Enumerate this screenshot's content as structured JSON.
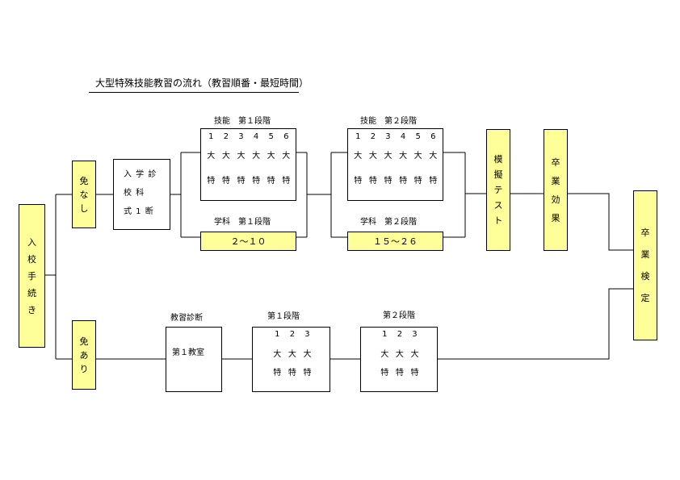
{
  "title": "大型特殊技能教習の流れ（教習順番・最短時間）",
  "colors": {
    "yellow": "#ffff99",
    "line": "#000000"
  },
  "start": {
    "chars": [
      "入",
      "校",
      "手",
      "続",
      "き"
    ]
  },
  "route_exempt_none": {
    "badge": [
      "免",
      "な",
      "し"
    ],
    "diagnosis": {
      "rows": [
        "入 学 診",
        "校 科",
        "式 1 断"
      ]
    },
    "skill1": {
      "label": "技能　第１段階",
      "numbers": [
        "1",
        "2",
        "3",
        "4",
        "5",
        "6"
      ],
      "row2": [
        "大",
        "大",
        "大",
        "大",
        "大",
        "大"
      ],
      "row3": [
        "特",
        "特",
        "特",
        "特",
        "特",
        "特"
      ]
    },
    "theory1": {
      "label": "学科　第１段階",
      "range": "２～１０"
    },
    "skill2": {
      "label": "技能　第２段階",
      "numbers": [
        "1",
        "2",
        "3",
        "4",
        "5",
        "6"
      ],
      "row2": [
        "大",
        "大",
        "大",
        "大",
        "大",
        "大"
      ],
      "row3": [
        "特",
        "特",
        "特",
        "特",
        "特",
        "特"
      ]
    },
    "theory2": {
      "label": "学科　第２段階",
      "range": "１５～２６"
    },
    "mock_test": [
      "模",
      "擬",
      "テ",
      "ス",
      "ト"
    ],
    "grad_effect": [
      "卒",
      "業",
      "効",
      "果"
    ]
  },
  "route_exempt_yes": {
    "badge": [
      "免",
      "あ",
      "り"
    ],
    "diagnosis": {
      "label": "教習診断",
      "text": "第１教室"
    },
    "stage1": {
      "label": "第１段階",
      "numbers": [
        "1",
        "2",
        "3"
      ],
      "row2": [
        "大",
        "大",
        "大"
      ],
      "row3": [
        "特",
        "特",
        "特"
      ]
    },
    "stage2": {
      "label": "第２段階",
      "numbers": [
        "1",
        "2",
        "3"
      ],
      "row2": [
        "大",
        "大",
        "大"
      ],
      "row3": [
        "特",
        "特",
        "特"
      ]
    }
  },
  "graduation_exam": [
    "卒",
    "業",
    "検",
    "定"
  ]
}
